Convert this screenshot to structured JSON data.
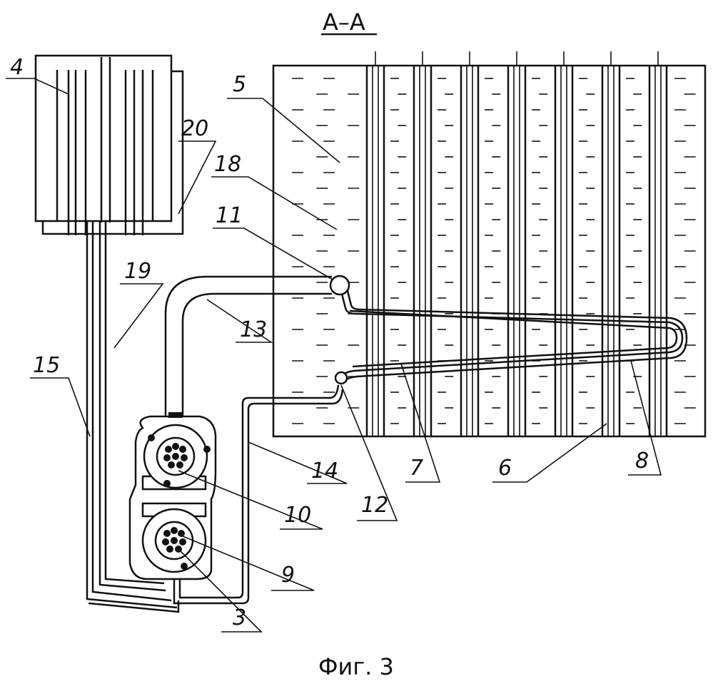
{
  "figure": {
    "section_title": "А–А",
    "caption": "Фиг. 3",
    "labels": {
      "l3": "3",
      "l4": "4",
      "l5": "5",
      "l6": "6",
      "l7": "7",
      "l8": "8",
      "l9": "9",
      "l10": "10",
      "l11": "11",
      "l12": "12",
      "l13": "13",
      "l14": "14",
      "l15": "15",
      "l18": "18",
      "l19": "19",
      "l20": "20"
    }
  }
}
